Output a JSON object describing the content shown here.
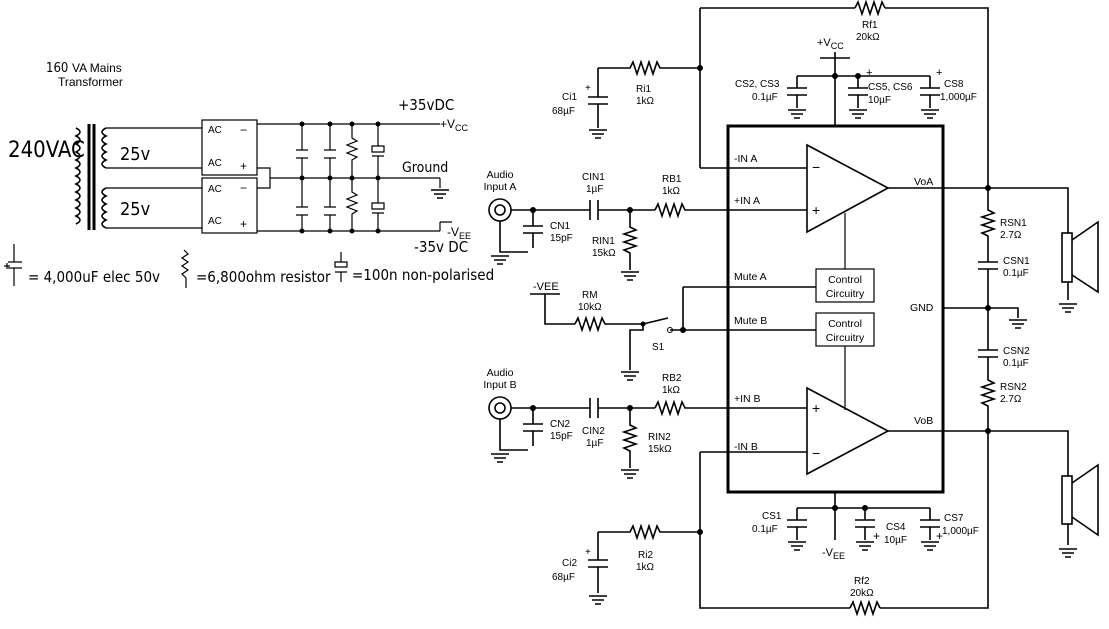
{
  "psu": {
    "transformer_rating_num": "160",
    "transformer_rating_text": "VA Mains",
    "transformer_label": "Transformer",
    "mains_label": "240VAC",
    "secondary_top": "25v",
    "secondary_bottom": "25v",
    "rect_ac": "AC",
    "rect_minus": "−",
    "rect_plus": "+",
    "pos_rail": "+35vDC",
    "vcc_label": "+V",
    "vcc_sub": "CC",
    "ground_label": "Ground",
    "neg_rail": "-35v DC",
    "vee_label": "-V",
    "vee_sub": "EE",
    "legend_cap": "= 4,000uF elec 50v",
    "legend_resistor": "=6,800ohm resistor",
    "legend_npcap": "=100n non-polarised"
  },
  "amp": {
    "audio_in_a_1": "Audio",
    "audio_in_a_2": "Input A",
    "audio_in_b_1": "Audio",
    "audio_in_b_2": "Input B",
    "cin1_name": "CIN1",
    "cin1_value": "1µF",
    "cn1_name": "CN1",
    "cn1_value": "15pF",
    "rb1_name": "RB1",
    "rb1_value": "1kΩ",
    "rin1_name": "RIN1",
    "rin1_value": "15kΩ",
    "ci1_name": "Ci1",
    "ci1_value": "68µF",
    "ri1_name": "Ri1",
    "ri1_value": "1kΩ",
    "rf1_name": "Rf1",
    "rf1_value": "20kΩ",
    "vcc": "+VCC",
    "cs2_cs3_name": "CS2, CS3",
    "cs2_cs3_value": "0.1µF",
    "cs5_cs6_name": "CS5, CS6",
    "cs5_cs6_value": "10µF",
    "cs8_name": "CS8",
    "cs8_value": "1,000µF",
    "pin_in_a_neg": "-IN A",
    "pin_in_a_pos": "+IN A",
    "pin_voa": "VoA",
    "pin_mute_a": "Mute A",
    "pin_mute_b": "Mute B",
    "pin_gnd": "GND",
    "pin_in_b_pos": "+IN B",
    "pin_in_b_neg": "-IN B",
    "pin_vob": "VoB",
    "control_1": "Control",
    "control_2": "Circuitry",
    "vee_sw": "-VEE",
    "rm_name": "RM",
    "rm_value": "10kΩ",
    "s1_name": "S1",
    "rsn1_name": "RSN1",
    "rsn1_value": "2.7Ω",
    "csn1_name": "CSN1",
    "csn1_value": "0.1µF",
    "csn2_name": "CSN2",
    "csn2_value": "0.1µF",
    "rsn2_name": "RSN2",
    "rsn2_value": "2.7Ω",
    "cn2_name": "CN2",
    "cn2_value": "15pF",
    "cin2_name": "CIN2",
    "cin2_value": "1µF",
    "rb2_name": "RB2",
    "rb2_value": "1kΩ",
    "rin2_name": "RIN2",
    "rin2_value": "15kΩ",
    "ci2_name": "Ci2",
    "ci2_value": "68µF",
    "ri2_name": "Ri2",
    "ri2_value": "1kΩ",
    "rf2_name": "Rf2",
    "rf2_value": "20kΩ",
    "cs1_name": "CS1",
    "cs1_value": "0.1µF",
    "cs4_name": "CS4",
    "cs4_value": "10µF",
    "cs7_name": "CS7",
    "cs7_value": "1,000µF",
    "vee_bottom": "-VEE"
  }
}
